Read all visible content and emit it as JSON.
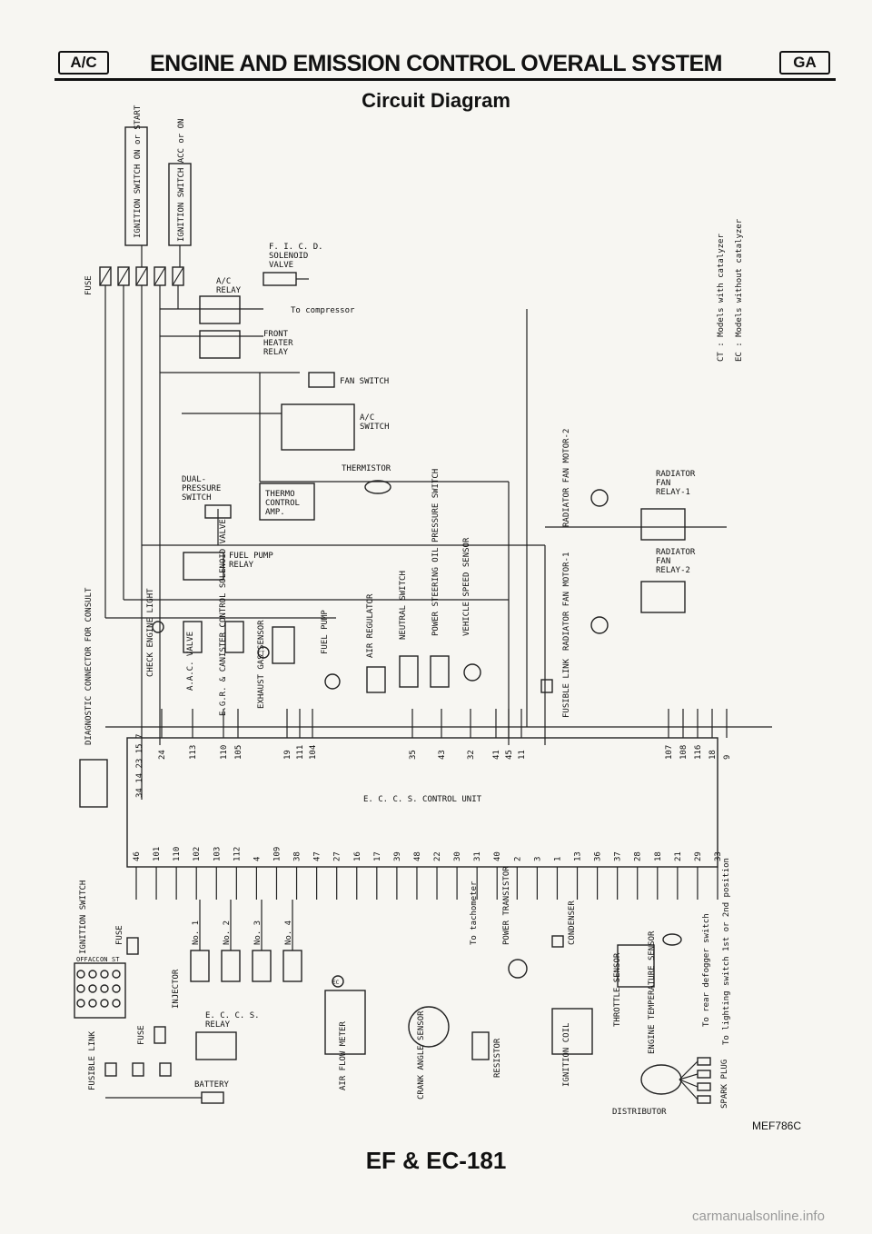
{
  "header": {
    "section_code": "A/C",
    "title": "ENGINE AND EMISSION CONTROL OVERALL SYSTEM",
    "badge": "GA"
  },
  "subtitle": "Circuit Diagram",
  "figure_id": "MEF786C",
  "page_number": "EF & EC-181",
  "watermark": "carmanualsonline.info",
  "labels": {
    "ignition_start": "IGNITION SWITCH ON or START",
    "ignition_acc": "IGNITION SWITCH ACC or ON",
    "fuse": "FUSE",
    "ficd_1": "F. I. C. D.",
    "ficd_2": "SOLENOID",
    "ficd_3": "VALVE",
    "ac_relay_1": "A/C",
    "ac_relay_2": "RELAY",
    "to_compressor": "To compressor",
    "front_heater_1": "FRONT",
    "front_heater_2": "HEATER",
    "front_heater_3": "RELAY",
    "fan_switch": "FAN SWITCH",
    "ac_switch_1": "A/C",
    "ac_switch_2": "SWITCH",
    "thermistor": "THERMISTOR",
    "dual_1": "DUAL-",
    "dual_2": "PRESSURE",
    "dual_3": "SWITCH",
    "thermo_1": "THERMO",
    "thermo_2": "CONTROL",
    "thermo_3": "AMP.",
    "fuel_pump_relay_1": "FUEL PUMP",
    "fuel_pump_relay_2": "RELAY",
    "check_engine": "CHECK ENGINE LIGHT",
    "aac_valve": "A.A.C. VALVE",
    "egr": "E.G.R. & CANISTER CONTROL SOLENOID VALVE",
    "exhaust": "EXHAUST GAS SENSOR",
    "fuel_pump": "FUEL PUMP",
    "air_reg": "AIR REGULATOR",
    "neutral": "NEUTRAL SWITCH",
    "power_steering": "POWER STEERING OIL PRESSURE SWITCH",
    "vehicle_speed": "VEHICLE SPEED SENSOR",
    "diag_conn": "DIAGNOSTIC CONNECTOR FOR CONSULT",
    "rad_fan_motor_2": "RADIATOR FAN MOTOR-2",
    "rad_fan_motor_1": "RADIATOR FAN MOTOR-1",
    "rad_relay_1a": "RADIATOR",
    "rad_relay_1b": "FAN",
    "rad_relay_1c": "RELAY-1",
    "rad_relay_2c": "RELAY-2",
    "fusible_link": "FUSIBLE LINK",
    "legend_ct": "CT : Models with catalyzer",
    "legend_ec": "EC : Models without catalyzer",
    "ct": "CT",
    "ec": "EC",
    "ecu": "E. C. C. S. CONTROL UNIT",
    "ignition_switch": "IGNITION SWITCH",
    "switch_cols": [
      "OFF",
      "ACC",
      "ON",
      "ST"
    ],
    "injector": "INJECTOR",
    "inj_no": [
      "No. 1",
      "No. 2",
      "No. 3",
      "No. 4"
    ],
    "eccs_relay_1": "E. C. C. S.",
    "eccs_relay_2": "RELAY",
    "battery": "BATTERY",
    "air_flow": "AIR FLOW METER",
    "crank": "CRANK ANGLE SENSOR",
    "tach": "To tachometer",
    "power_tr": "POWER TRANSISTOR",
    "resistor": "RESISTOR",
    "condenser": "CONDENSER",
    "ign_coil": "IGNITION COIL",
    "throttle": "THROTTLE SENSOR",
    "eng_temp": "ENGINE TEMPERATURE SENSOR",
    "rear_def": "To rear defogger switch",
    "lighting": "To lighting switch 1st or 2nd position",
    "distributor": "DISTRIBUTOR",
    "spark_plug": "SPARK PLUG"
  },
  "ecu_pins_top": [
    "24",
    "113",
    "110",
    "105",
    "19",
    "111",
    "104",
    "35",
    "43",
    "32",
    "41",
    "45",
    "11",
    "107",
    "108",
    "116",
    "18",
    "9"
  ],
  "ecu_pins_top_left": "34 14 23 15 7",
  "ecu_pins_bottom": [
    "46",
    "101",
    "110",
    "102",
    "103",
    "112",
    "4",
    "109",
    "38",
    "47",
    "27",
    "16",
    "17",
    "39",
    "48",
    "22",
    "30",
    "31",
    "40",
    "2",
    "3",
    "1",
    "13",
    "36",
    "37",
    "28",
    "18",
    "21",
    "29",
    "33"
  ]
}
